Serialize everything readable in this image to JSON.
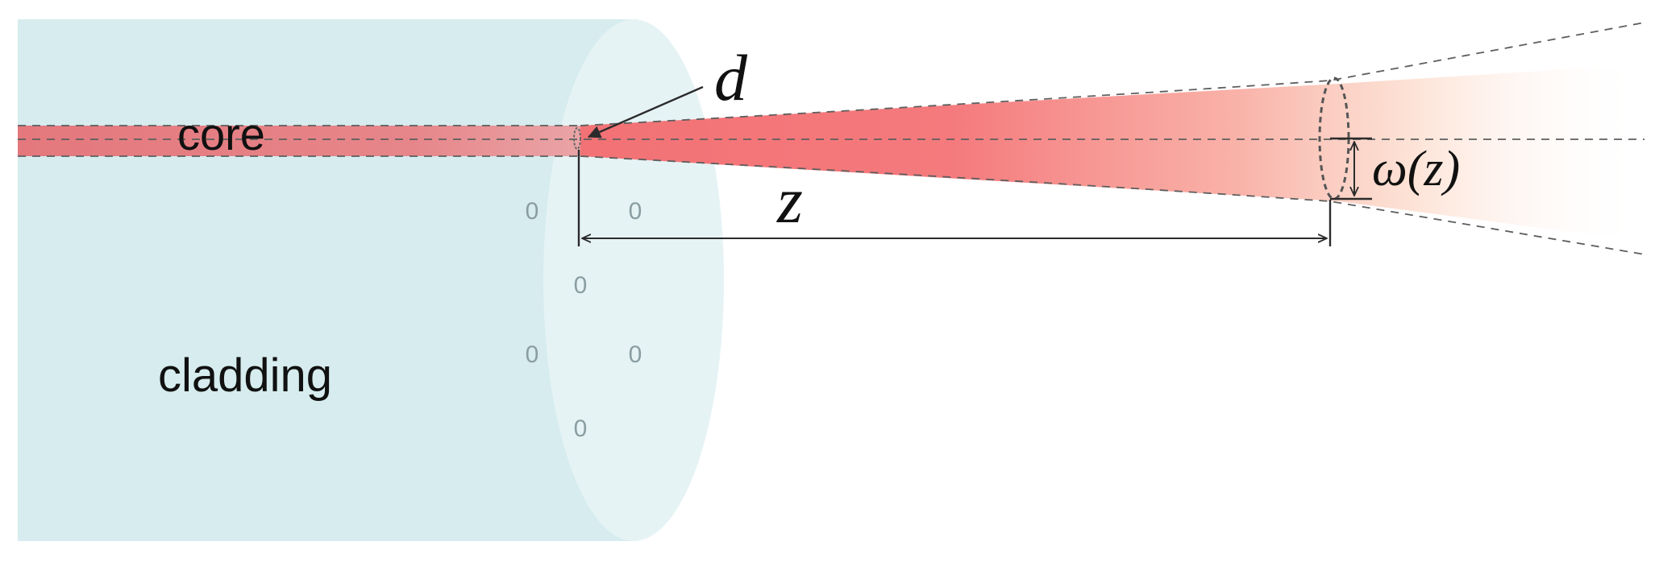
{
  "labels": {
    "core": "core",
    "cladding": "cladding",
    "d": "d",
    "z": "z",
    "omega_symbol": "ω",
    "omega_arg": "(z)",
    "hole_glyph": "0"
  },
  "colors": {
    "fiber_body": "#d6ecee",
    "fiber_face": "#e6f3f5",
    "beam_core": "#e88a8e",
    "beam_red": "#f26b6e",
    "beam_fade": "#fdeee0",
    "dashed_line": "#5e5e5e",
    "arrow": "#2b2b2b",
    "text": "#111111"
  }
}
